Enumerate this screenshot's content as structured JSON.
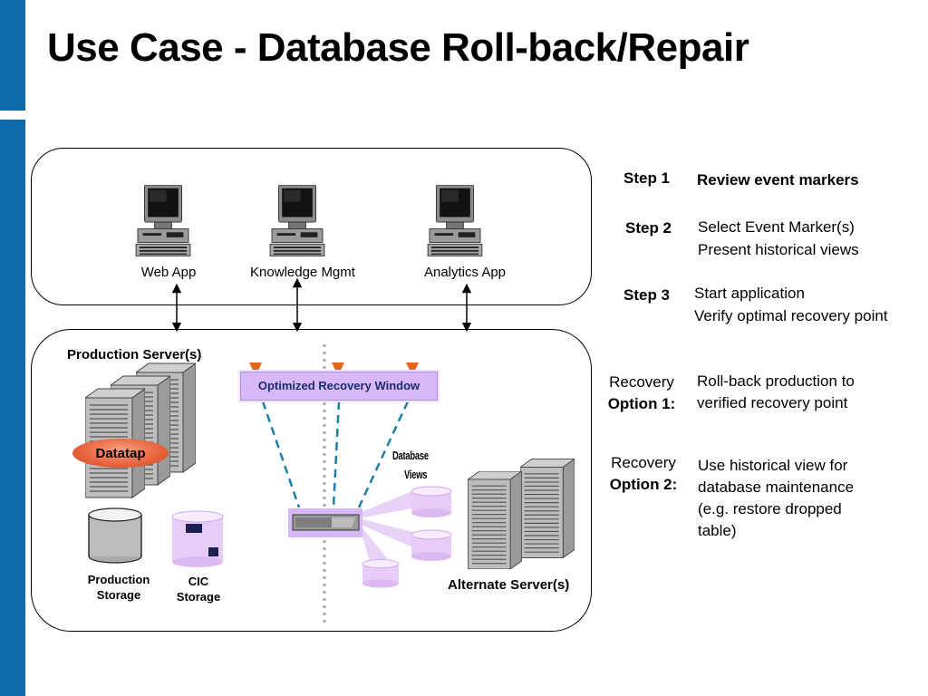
{
  "title": "Use Case - Database Roll-back/Repair",
  "apps": [
    {
      "label": "Web App"
    },
    {
      "label": "Knowledge Mgmt"
    },
    {
      "label": "Analytics App"
    }
  ],
  "production": {
    "servers_label": "Production Server(s)",
    "datatap_label": "Datatap",
    "storage_label_line1": "Production",
    "storage_label_line2": "Storage",
    "cic_label_line1": "CIC",
    "cic_label_line2": "Storage"
  },
  "recovery_window": {
    "label": "Optimized Recovery Window"
  },
  "database_views": {
    "line1": "Database",
    "line2": "Views"
  },
  "alternate": {
    "servers_label": "Alternate Server(s)"
  },
  "steps": [
    {
      "label": "Step 1",
      "lines": [
        "Review event markers"
      ]
    },
    {
      "label": "Step 2",
      "lines": [
        "Select Event Marker(s)",
        "Present historical views"
      ]
    },
    {
      "label": "Step 3",
      "lines": [
        "Start application",
        "Verify optimal recovery point"
      ]
    }
  ],
  "recovery_options": [
    {
      "label_line1": "Recovery",
      "label_line2": "Option 1:",
      "lines": [
        "Roll-back production to",
        "verified recovery point"
      ]
    },
    {
      "label_line1": "Recovery",
      "label_line2": "Option 2:",
      "lines": [
        "Use historical view for",
        "database maintenance",
        "(e.g. restore dropped",
        "table)"
      ]
    }
  ],
  "colors": {
    "sidebar": "#0b6aa7",
    "marker": "#e2661d",
    "window": "#d7b8f7",
    "dashed_line": "#1d7fa8",
    "datatap": "#e7623a",
    "disk": "#e7ccf7"
  },
  "icons": {
    "app": "desktop-computer-icon",
    "server": "server-tower-icon",
    "storage": "cylinder-storage-icon",
    "marker": "event-marker-icon"
  }
}
